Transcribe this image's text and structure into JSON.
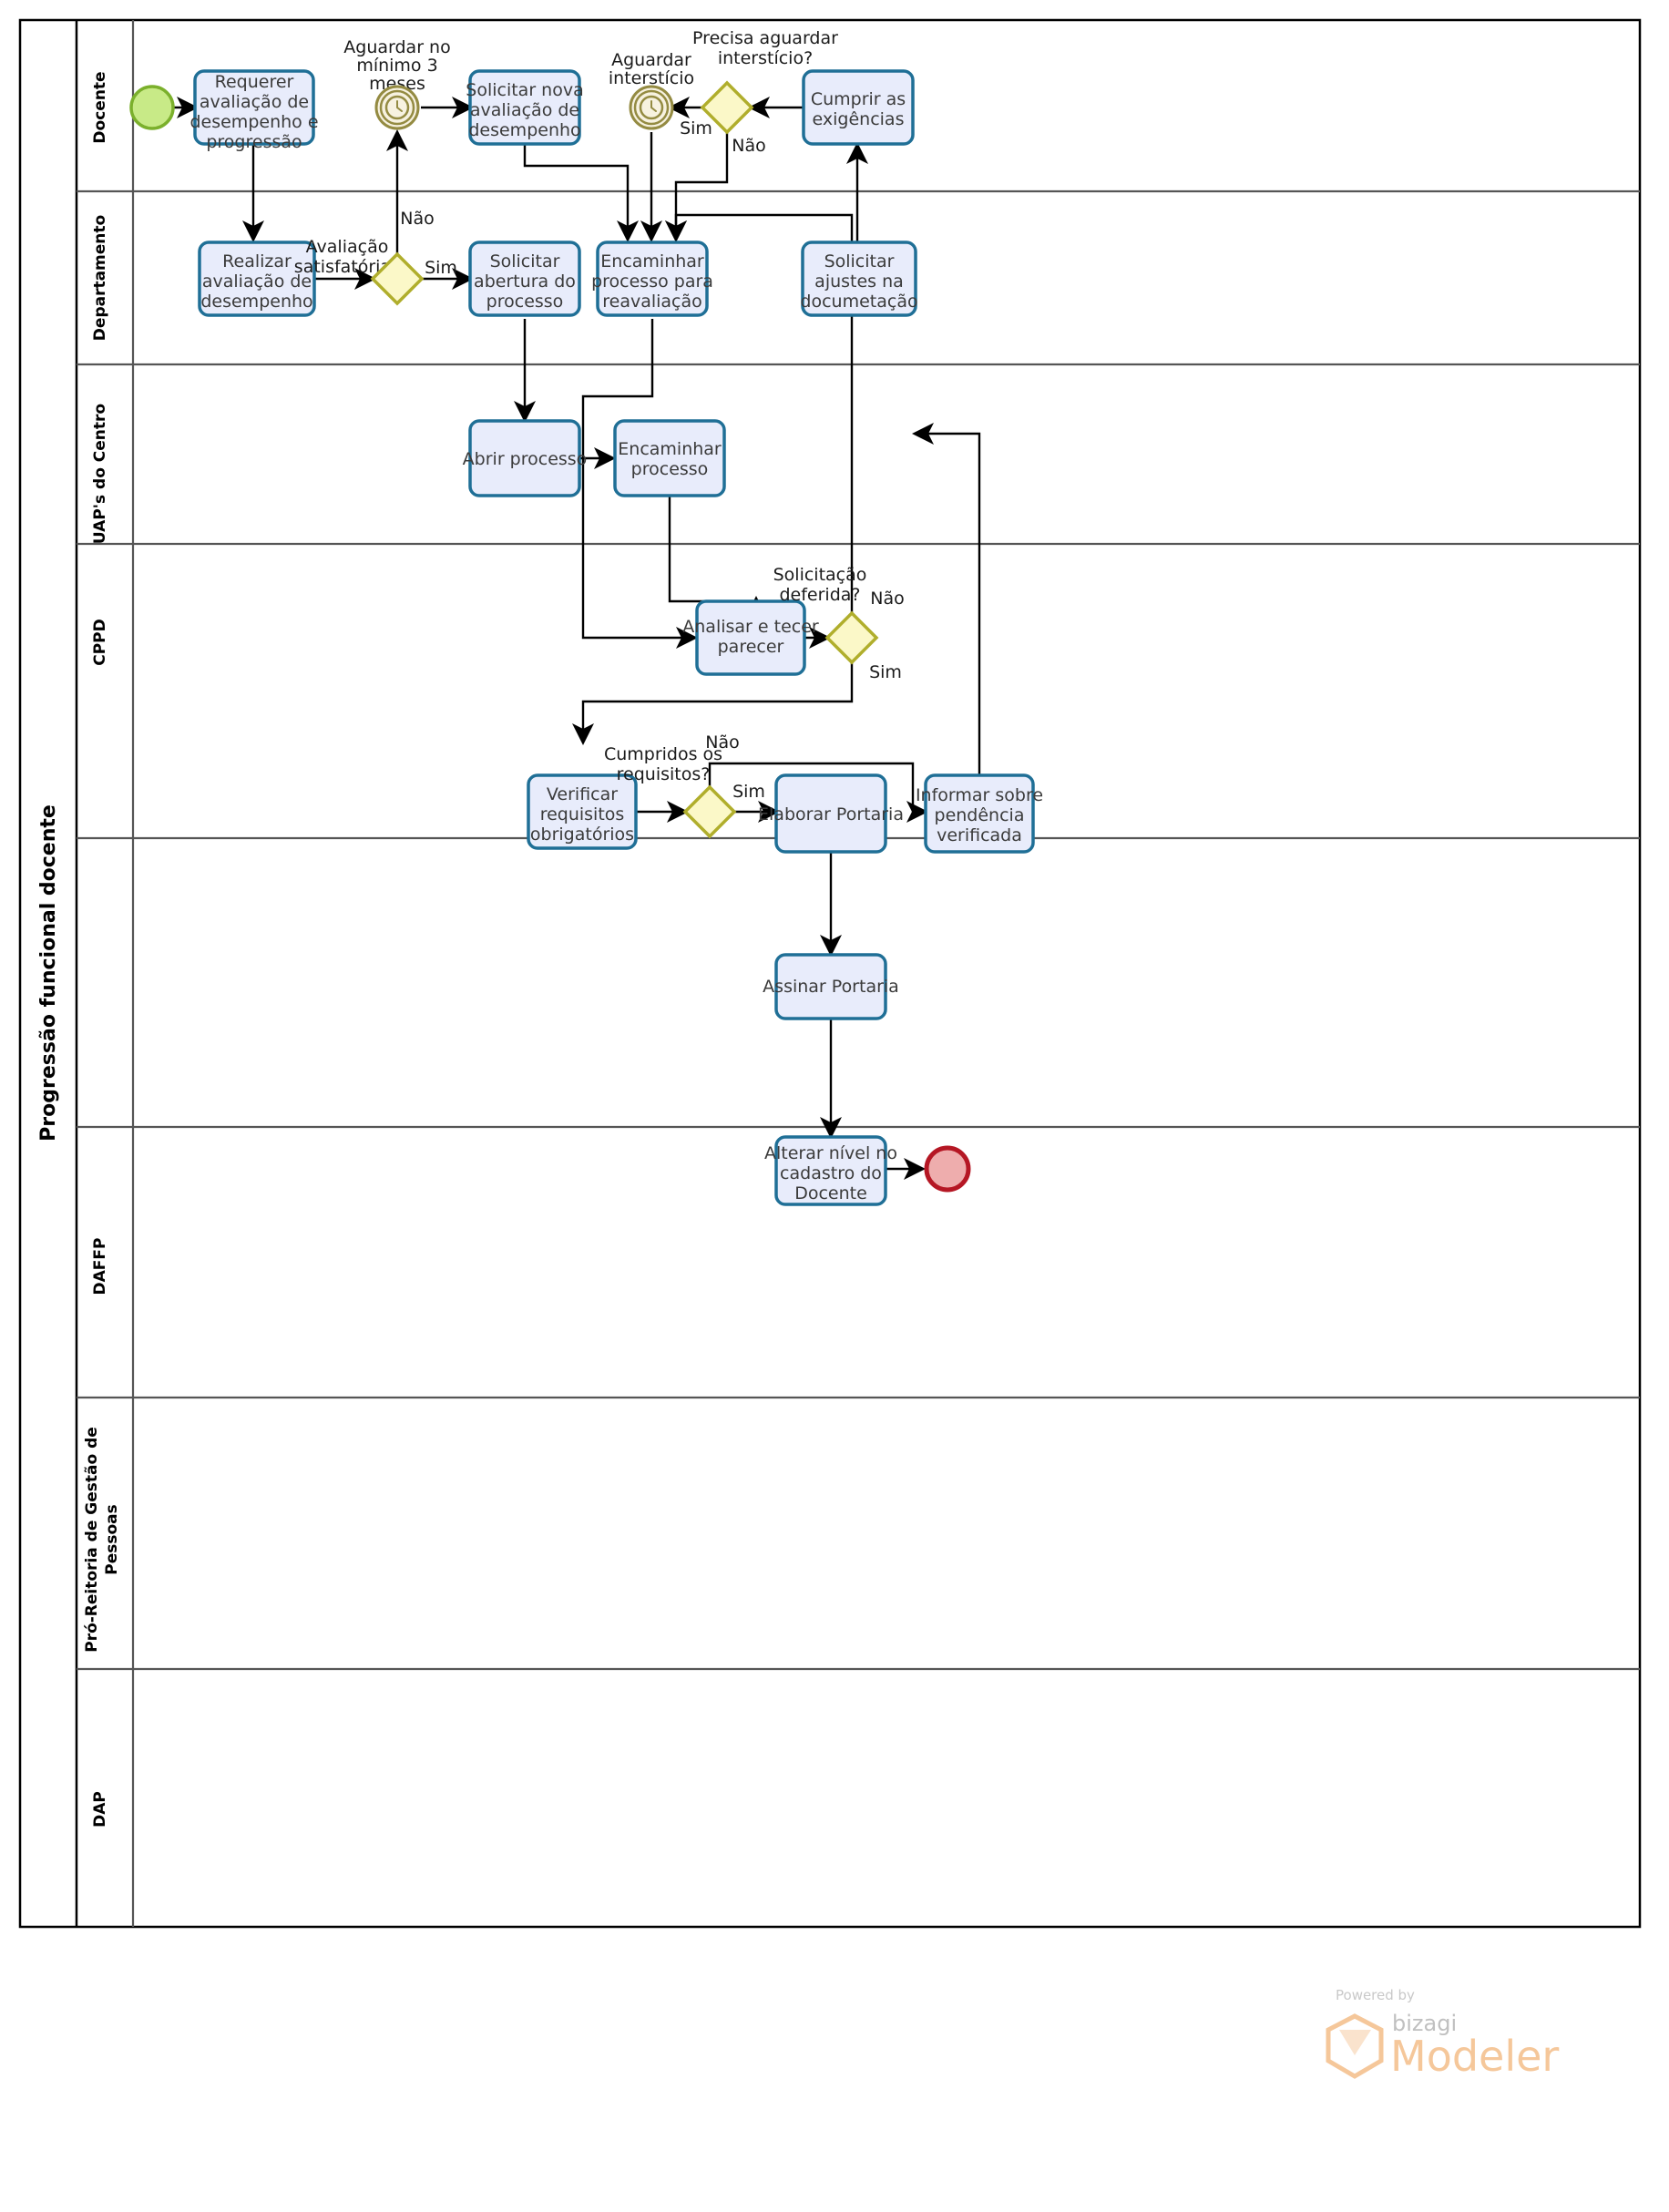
{
  "pool": {
    "title": "Progressão funcional docente"
  },
  "lanes": [
    {
      "name": "Docente"
    },
    {
      "name": "Departamento"
    },
    {
      "name": "UAP's do Centro"
    },
    {
      "name": "CPPD"
    },
    {
      "name": "DAFFP"
    },
    {
      "name": "Pró-Reitoria de Gestão de Pessoas"
    },
    {
      "name": "DAP"
    }
  ],
  "events": [
    {
      "id": "start",
      "kind": "start-event",
      "label": ""
    },
    {
      "id": "timer1",
      "kind": "timer-event",
      "label": "Aguardar no mínimo 3 meses",
      "label_lines": [
        "Aguardar no",
        "mínimo 3",
        "meses"
      ]
    },
    {
      "id": "timer2",
      "kind": "timer-event",
      "label": "Aguardar interstício",
      "label_lines": [
        "Aguardar",
        "interstício"
      ]
    },
    {
      "id": "end",
      "kind": "end-event",
      "label": ""
    }
  ],
  "tasks": [
    {
      "id": "t1",
      "lane": "Docente",
      "label": "Requerer avaliação de desempenho e progressão",
      "lines": [
        "Requerer",
        "avaliação de",
        "desempenho e",
        "progressão"
      ]
    },
    {
      "id": "t2",
      "lane": "Docente",
      "label": "Solicitar nova avaliação de desempenho",
      "lines": [
        "Solicitar nova",
        "avaliação de",
        "desempenho"
      ]
    },
    {
      "id": "t3",
      "lane": "Docente",
      "label": "Cumprir as exigências",
      "lines": [
        "Cumprir as",
        "exigências"
      ]
    },
    {
      "id": "t4",
      "lane": "Departamento",
      "label": "Realizar avaliação de desempenho",
      "lines": [
        "Realizar",
        "avaliação de",
        "desempenho"
      ]
    },
    {
      "id": "t5",
      "lane": "Departamento",
      "label": "Solicitar abertura do processo",
      "lines": [
        "Solicitar",
        "abertura do",
        "processo"
      ]
    },
    {
      "id": "t6",
      "lane": "Departamento",
      "label": "Encaminhar processo para reavaliação",
      "lines": [
        "Encaminhar",
        "processo para",
        "reavaliação"
      ]
    },
    {
      "id": "t7",
      "lane": "Departamento",
      "label": "Solicitar ajustes na documetação",
      "lines": [
        "Solicitar",
        "ajustes na",
        "documetação"
      ]
    },
    {
      "id": "t8",
      "lane": "UAP's do Centro",
      "label": "Abrir processo",
      "lines": [
        "Abrir processo"
      ]
    },
    {
      "id": "t9",
      "lane": "UAP's do Centro",
      "label": "Encaminhar processo",
      "lines": [
        "Encaminhar",
        "processo"
      ]
    },
    {
      "id": "t10",
      "lane": "CPPD",
      "label": "Analisar e tecer parecer",
      "lines": [
        "Analisar e tecer",
        "parecer"
      ]
    },
    {
      "id": "t11",
      "lane": "DAFFP",
      "label": "Verificar requisitos obrigatórios",
      "lines": [
        "Verificar",
        "requisitos",
        "obrigatórios"
      ]
    },
    {
      "id": "t12",
      "lane": "DAFFP",
      "label": "Elaborar Portaria",
      "lines": [
        "Elaborar Portaria"
      ]
    },
    {
      "id": "t13",
      "lane": "DAFFP",
      "label": "Informar sobre pendência verificada",
      "lines": [
        "Informar sobre",
        "pendência",
        "verificada"
      ]
    },
    {
      "id": "t14",
      "lane": "Pró-Reitoria de Gestão de Pessoas",
      "label": "Assinar Portaria",
      "lines": [
        "Assinar Portaria"
      ]
    },
    {
      "id": "t15",
      "lane": "DAP",
      "label": "Alterar nível no cadastro do Docente",
      "lines": [
        "Alterar nível no",
        "cadastro do",
        "Docente"
      ]
    }
  ],
  "gateways": [
    {
      "id": "g1",
      "lane": "Departamento",
      "label": "Avaliação satisfatória?",
      "lines": [
        "Avaliação",
        "satisfatória?"
      ]
    },
    {
      "id": "g2",
      "lane": "Docente",
      "label": "Precisa aguardar interstício?",
      "lines": [
        "Precisa aguardar",
        "interstício?"
      ]
    },
    {
      "id": "g3",
      "lane": "CPPD",
      "label": "Solicitação deferida?",
      "lines": [
        "Solicitação",
        "deferida?"
      ]
    },
    {
      "id": "g4",
      "lane": "DAFFP",
      "label": "Cumpridos os requisitos?",
      "lines": [
        "Cumpridos os",
        "requisitos?"
      ]
    }
  ],
  "flow_labels": {
    "g1_nao": "Não",
    "g1_sim": "Sim",
    "g2_sim": "Sim",
    "g2_nao": "Não",
    "g3_nao": "Não",
    "g3_sim": "Sim",
    "g4_nao": "Não",
    "g4_sim": "Sim"
  },
  "logo": {
    "powered_by": "Powered by",
    "brand": "bizagi",
    "product": "Modeler"
  },
  "colors": {
    "task_fill": "#e8ecfb",
    "task_stroke": "#1f6f96",
    "gateway_fill": "#fbf8c8",
    "gateway_stroke": "#b0ae2c",
    "start_fill": "#c8ea87",
    "start_stroke": "#7bb02c",
    "end_fill": "#eeadad",
    "end_stroke": "#b51724",
    "timer_fill": "#f7f2e0",
    "timer_stroke": "#948b42",
    "lane_border": "#555555",
    "flow_line": "#000000"
  }
}
